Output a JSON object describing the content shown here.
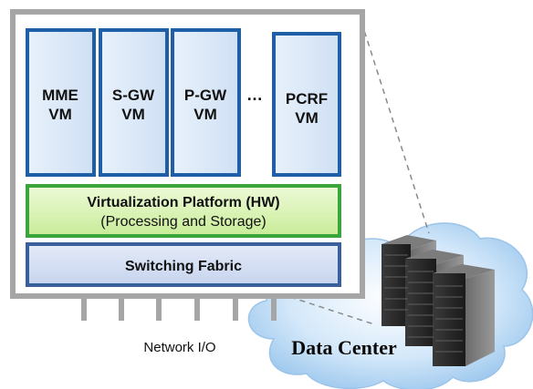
{
  "vms": [
    {
      "line1": "MME",
      "line2": "VM"
    },
    {
      "line1": "S-GW",
      "line2": "VM"
    },
    {
      "line1": "P-GW",
      "line2": "VM"
    },
    {
      "line1": "PCRF",
      "line2": "VM"
    }
  ],
  "ellipsis": "…",
  "virtualization": {
    "title": "Virtualization Platform (HW)",
    "subtitle": "(Processing and Storage)"
  },
  "switching": {
    "title": "Switching Fabric"
  },
  "network_io": "Network I/O",
  "data_center": "Data Center",
  "colors": {
    "vm_border": "#1f5fa8",
    "vm_fill": "#d7e6f7",
    "virt_border": "#3aa53a",
    "virt_fill": "#d9f2b5",
    "switch_border": "#3a5f9a",
    "switch_fill": "#cfdbf1",
    "frame": "#a6a6a6",
    "cloud_fill": "#bfdcf6",
    "cloud_stroke": "#7fb0e0"
  }
}
